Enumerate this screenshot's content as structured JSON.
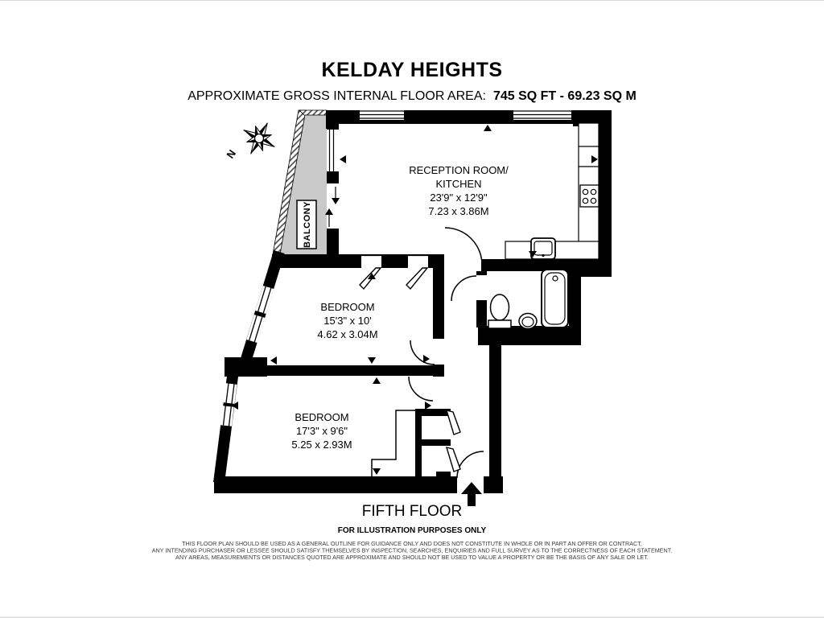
{
  "title": "KELDAY HEIGHTS",
  "subtitle": {
    "label": "APPROXIMATE GROSS INTERNAL FLOOR AREA:",
    "value": "745 SQ FT - 69.23 SQ M"
  },
  "compass": {
    "north": "N"
  },
  "rooms": {
    "reception": {
      "line1": "RECEPTION ROOM/",
      "line2": "KITCHEN",
      "imperial": "23'9\" x 12'9\"",
      "metric": "7.23 x 3.86M"
    },
    "bedroom1": {
      "name": "BEDROOM",
      "imperial": "15'3\" x 10'",
      "metric": "4.62 x 3.04M"
    },
    "bedroom2": {
      "name": "BEDROOM",
      "imperial": "17'3\" x 9'6\"",
      "metric": "5.25 x 2.93M"
    },
    "balcony": {
      "label": "BALCONY"
    }
  },
  "footer": {
    "floor": "FIFTH FLOOR",
    "note": "FOR ILLUSTRATION PURPOSES ONLY",
    "disclaimer": [
      "THIS FLOOR PLAN SHOULD BE USED AS A GENERAL OUTLINE FOR GUIDANCE ONLY AND DOES NOT CONSTITUTE IN WHOLE OR IN PART AN OFFER OR CONTRACT,",
      "ANY INTENDING PURCHASER OR LESSEE SHOULD SATISFY THEMSELVES BY INSPECTION, SEARCHES, ENQUIRIES AND FULL SURVEY AS TO THE CORRECTNESS OF EACH STATEMENT.",
      "ANY AREAS, MEASUREMENTS OR DISTANCES QUOTED ARE APPROXIMATE AND SHOULD NOT BE USED TO VALUE A PROPERTY OR BE THE BASIS OF ANY SALE OR LET."
    ]
  },
  "colors": {
    "wall": "#000000",
    "balcony": "#c9c9c9",
    "background": "#ffffff"
  }
}
